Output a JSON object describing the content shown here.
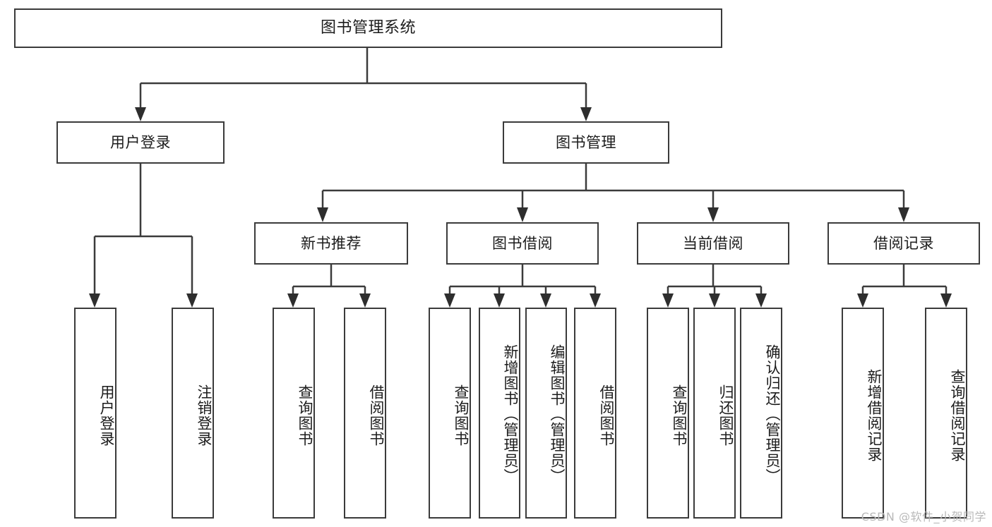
{
  "diagram": {
    "title": "图书管理系统",
    "type": "tree",
    "root": {
      "id": "root",
      "label": "图书管理系统"
    },
    "level2": [
      {
        "id": "user-login",
        "label": "用户登录"
      },
      {
        "id": "book-manage",
        "label": "图书管理"
      }
    ],
    "level3": [
      {
        "id": "new-book-recommend",
        "label": "新书推荐"
      },
      {
        "id": "book-borrow",
        "label": "图书借阅"
      },
      {
        "id": "current-borrow",
        "label": "当前借阅"
      },
      {
        "id": "borrow-record",
        "label": "借阅记录"
      }
    ],
    "leaves": {
      "user_login": [
        {
          "id": "leaf-user-login",
          "label": "用户登录"
        },
        {
          "id": "leaf-logout",
          "label": "注销登录"
        }
      ],
      "new_book_recommend": [
        {
          "id": "leaf-query-book-1",
          "label": "查询图书"
        },
        {
          "id": "leaf-borrow-book-1",
          "label": "借阅图书"
        }
      ],
      "book_borrow": [
        {
          "id": "leaf-query-book-2",
          "label": "查询图书"
        },
        {
          "id": "leaf-add-book",
          "label": "新增图书（管理员）"
        },
        {
          "id": "leaf-edit-book",
          "label": "编辑图书（管理员）"
        },
        {
          "id": "leaf-borrow-book-2",
          "label": "借阅图书"
        }
      ],
      "current_borrow": [
        {
          "id": "leaf-query-book-3",
          "label": "查询图书"
        },
        {
          "id": "leaf-return-book",
          "label": "归还图书"
        },
        {
          "id": "leaf-confirm-return",
          "label": "确认归还（管理员）"
        }
      ],
      "borrow_record": [
        {
          "id": "leaf-add-record",
          "label": "新增借阅记录"
        },
        {
          "id": "leaf-query-record",
          "label": "查询借阅记录"
        }
      ]
    }
  },
  "watermark": {
    "text": "CSDN @软件_小贺同学"
  },
  "colors": {
    "stroke": "#3b3b3b",
    "arrow": "#2e2e2e",
    "background": "#ffffff",
    "text": "#1c1c1c",
    "watermark": "#b9b9b9"
  }
}
